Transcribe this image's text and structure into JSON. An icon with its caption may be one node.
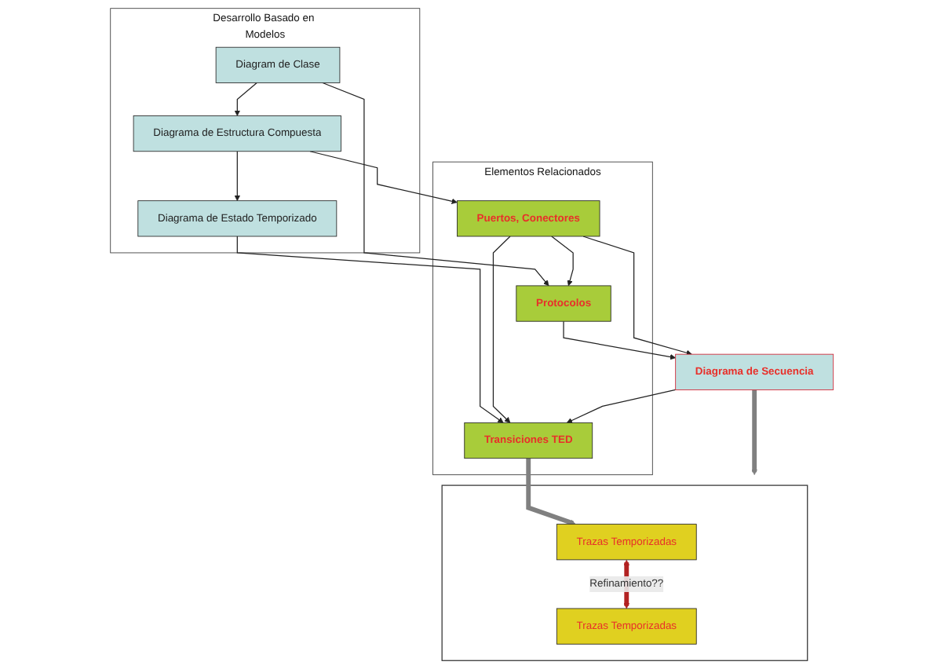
{
  "diagram": {
    "nodes": [
      {
        "text": [
          "Desarrollo Basado en Modelos"
        ]
      },
      {
        "text": [
          "Diagram de Clase"
        ],
        "in": 0
      },
      {
        "text": [
          "Diagrama de Estructura Compuesta"
        ],
        "in": 0
      },
      {
        "text": [
          "Diagrama de Estado Temporizado"
        ],
        "in": 0
      },
      {
        "text": [
          "Elementos Relacionados"
        ]
      },
      {
        "text": [
          "Protocolos"
        ],
        "in": 4
      },
      {
        "text": [
          "Puertos, Conectores"
        ],
        "in": 4
      },
      {
        "text": [
          "Transiciones TED"
        ],
        "in": 4
      },
      {
        "text": [
          "Diagrama de Secuencia"
        ]
      },
      {
        "text": [],
        "shape": "box"
      },
      {
        "text": [
          "Trazas Temporizadas"
        ],
        "in": 9
      },
      {
        "text": [
          "Trazas Temporizadas"
        ],
        "in": 9
      }
    ],
    "edges": [
      {
        "from": 1,
        "to": 5,
        "arrow": "to"
      },
      {
        "from": 1,
        "to": 2,
        "arrow": "to"
      },
      {
        "from": 2,
        "to": 6,
        "arrow": "to"
      },
      {
        "from": 2,
        "to": 3,
        "arrow": "to"
      },
      {
        "from": 3,
        "to": 7,
        "arrow": "to"
      },
      {
        "from": 6,
        "to": 5,
        "arrow": "to"
      },
      {
        "from": 6,
        "to": 7,
        "arrow": "to"
      },
      {
        "from": 5,
        "to": 8,
        "arrow": "to"
      },
      {
        "from": 6,
        "to": 8,
        "arrow": "to"
      },
      {
        "from": 8,
        "to": 7,
        "arrow": "to"
      },
      {
        "from": 7,
        "to": 10,
        "arrow": "to",
        "style": "thick",
        "color": "#808080"
      },
      {
        "from": 8,
        "to": 9,
        "arrow": "to",
        "style": "thick",
        "color": "#808080"
      },
      {
        "from": 10,
        "to": 11,
        "arrow": "both",
        "label": "Refinamiento??",
        "style": "thick",
        "color": "#b22222"
      }
    ]
  }
}
